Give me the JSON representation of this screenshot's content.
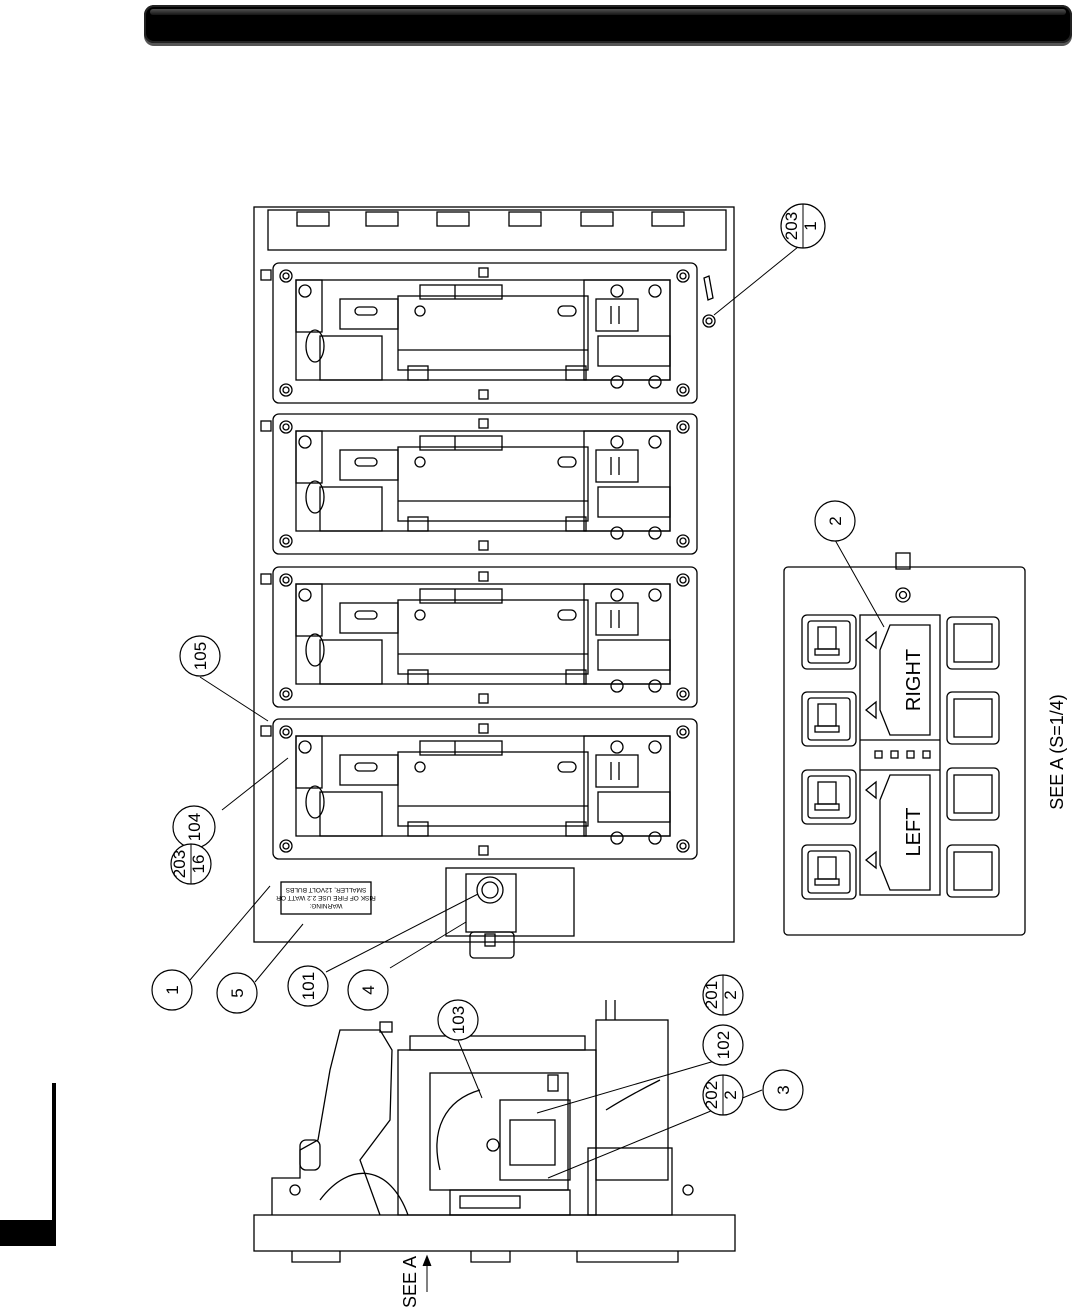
{
  "callouts": {
    "c203_1": {
      "top": "203",
      "bottom": "1"
    },
    "c203_16": {
      "top": "203",
      "bottom": "16"
    },
    "c201_2": {
      "top": "201",
      "bottom": "2"
    },
    "c202_2": {
      "top": "202",
      "bottom": "2"
    },
    "c1": "1",
    "c2": "2",
    "c3": "3",
    "c4": "4",
    "c5": "5",
    "c101": "101",
    "c102": "102",
    "c103": "103",
    "c104": "104",
    "c105": "105"
  },
  "warning_label": {
    "line1": "WARNING:",
    "line2": "RISK OF FIRE USE 2.2 WATT OR",
    "line3": "SMALLER, 12VOLT BULBS"
  },
  "panel_labels": {
    "right": "RIGHT",
    "left": "LEFT"
  },
  "view_caption": "SEE A (S=1/4)",
  "view_arrow_label": "SEE A"
}
